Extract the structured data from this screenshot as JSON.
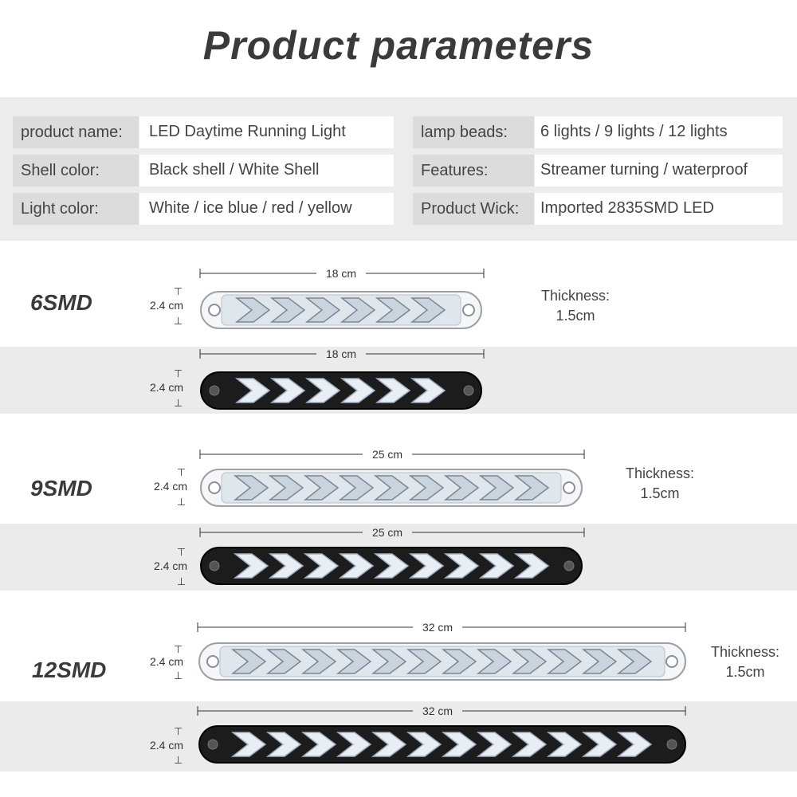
{
  "title": "Product parameters",
  "specs": {
    "product_name": {
      "label": "product name:",
      "value": "LED Daytime Running Light"
    },
    "shell_color": {
      "label": "Shell color:",
      "value": "Black shell / White Shell"
    },
    "light_color": {
      "label": "Light color:",
      "value": "White / ice blue / red / yellow"
    },
    "lamp_beads": {
      "label": "lamp beads:",
      "value": "6 lights / 9 lights / 12 lights"
    },
    "features": {
      "label": "Features:",
      "value": "Streamer turning / waterproof"
    },
    "product_wick": {
      "label": "Product Wick:",
      "value": "Imported 2835SMD LED"
    }
  },
  "models": [
    {
      "name": "6SMD",
      "length": "18 cm",
      "height": "2.4 cm",
      "thickness_label": "Thickness:",
      "thickness": "1.5cm",
      "leds": 6
    },
    {
      "name": "9SMD",
      "length": "25 cm",
      "height": "2.4 cm",
      "thickness_label": "Thickness:",
      "thickness": "1.5cm",
      "leds": 9
    },
    {
      "name": "12SMD",
      "length": "32 cm",
      "height": "2.4 cm",
      "thickness_label": "Thickness:",
      "thickness": "1.5cm",
      "leds": 12
    }
  ],
  "colors": {
    "text_dark": "#3a3a3a",
    "panel_bg": "#ececec",
    "label_bg": "#dcdcdc",
    "band_grey": "#ebebeb",
    "led_glow": "#e8eef4"
  }
}
